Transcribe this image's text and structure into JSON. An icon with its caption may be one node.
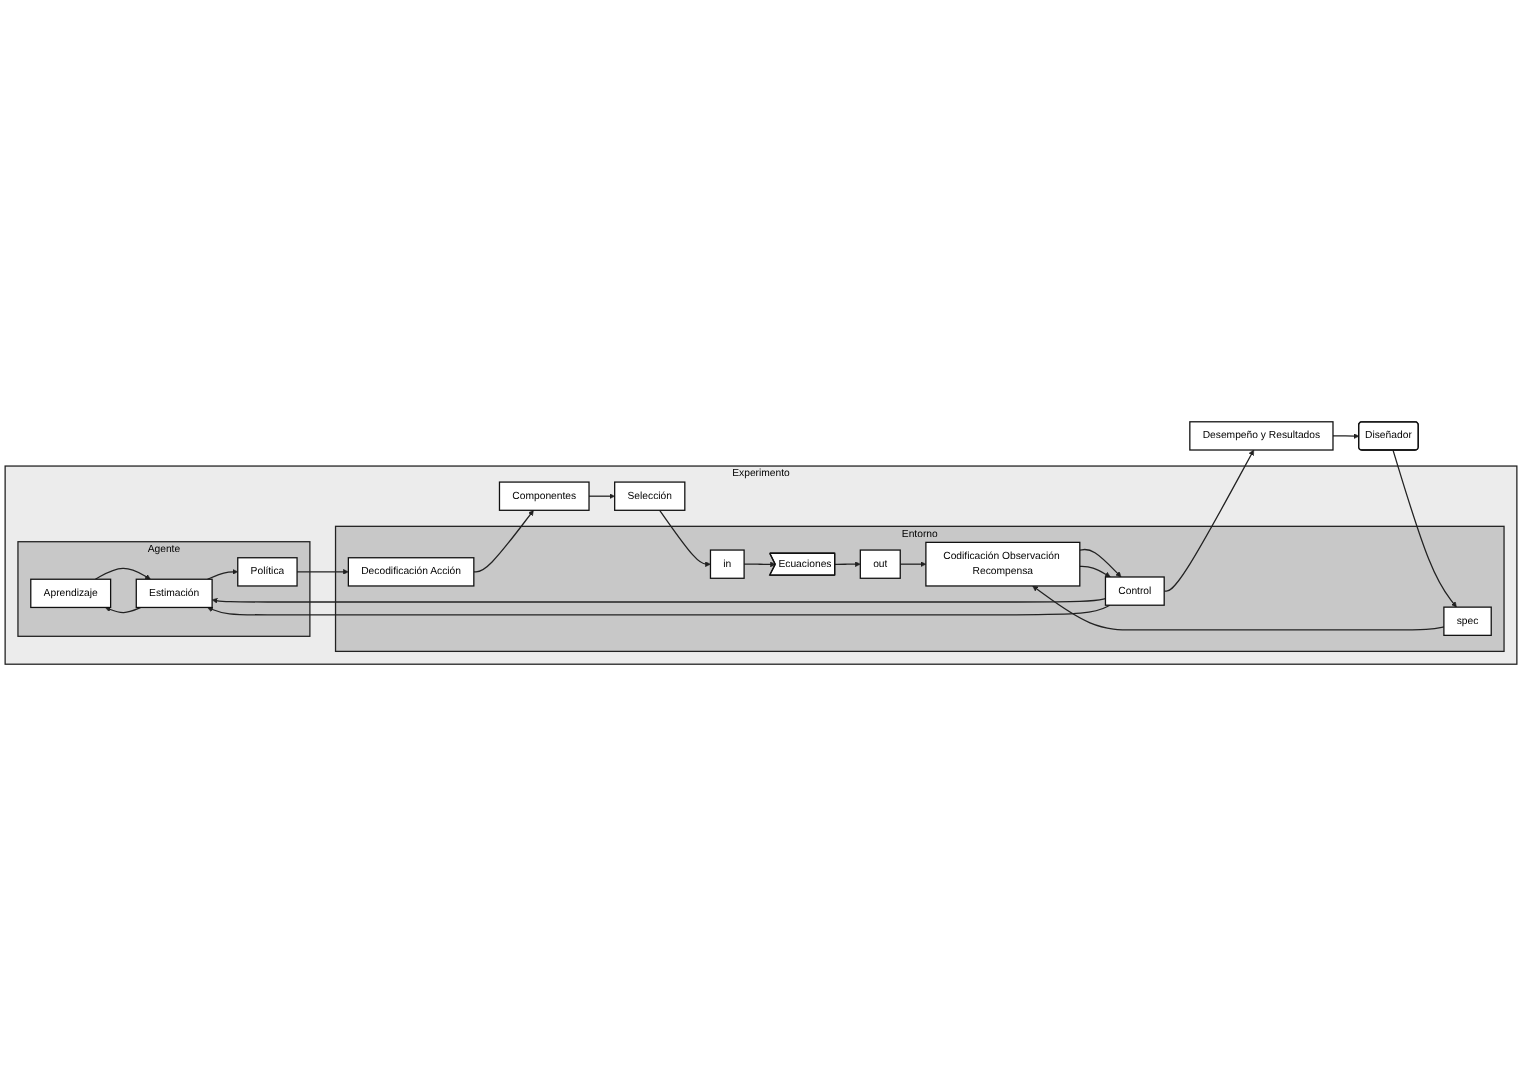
{
  "diagram": {
    "nodes": [
      {
        "text": [
          "Experimento"
        ]
      },
      {
        "text": [
          "Agente"
        ],
        "in": 0
      },
      {
        "text": [
          "Aprendizaje"
        ],
        "in": 1
      },
      {
        "text": [
          "Estimación"
        ],
        "in": 1
      },
      {
        "text": [
          "Política"
        ],
        "in": 1
      },
      {
        "text": [
          "Entorno"
        ],
        "in": 0
      },
      {
        "text": [
          "Control"
        ],
        "in": 5
      },
      {
        "text": [
          "Decodificación Acción"
        ],
        "in": 5
      },
      {
        "text": [
          "Codificación Observación Recompensa"
        ],
        "in": 5
      },
      {
        "text": [
          "in"
        ],
        "in": 5
      },
      {
        "text": [
          "Ecuaciones"
        ],
        "in": 5
      },
      {
        "text": [
          "out"
        ],
        "in": 5
      },
      {
        "text": [
          "spec"
        ],
        "in": 5
      },
      {
        "text": [
          "Componentes"
        ],
        "in": 0
      },
      {
        "text": [
          "Selección"
        ],
        "in": 0
      },
      {
        "text": [
          "Desempeño y Resultados"
        ]
      },
      {
        "text": [
          "Diseñador"
        ]
      }
    ],
    "edges": [
      {
        "from": 3,
        "to": 2,
        "arrow": "to"
      },
      {
        "from": 2,
        "to": 3,
        "arrow": "to"
      },
      {
        "from": 3,
        "to": 4,
        "arrow": "to"
      },
      {
        "from": 6,
        "to": 3,
        "arrow": "to"
      },
      {
        "from": 6,
        "to": 3,
        "arrow": "to"
      },
      {
        "from": 4,
        "to": 7,
        "arrow": "to"
      },
      {
        "from": 7,
        "to": 13,
        "arrow": "to"
      },
      {
        "from": 13,
        "to": 14,
        "arrow": "to"
      },
      {
        "from": 14,
        "to": 9,
        "arrow": "to"
      },
      {
        "from": 9,
        "to": 10,
        "arrow": "to"
      },
      {
        "from": 10,
        "to": 11,
        "arrow": "to"
      },
      {
        "from": 11,
        "to": 8,
        "arrow": "to"
      },
      {
        "from": 12,
        "to": 8,
        "arrow": "to"
      },
      {
        "from": 8,
        "to": 6,
        "arrow": "to"
      },
      {
        "from": 8,
        "to": 6,
        "arrow": "to"
      },
      {
        "from": 6,
        "to": 15,
        "arrow": "to"
      },
      {
        "from": 15,
        "to": 16,
        "arrow": "to"
      },
      {
        "from": 16,
        "to": 12,
        "arrow": "to"
      }
    ]
  }
}
